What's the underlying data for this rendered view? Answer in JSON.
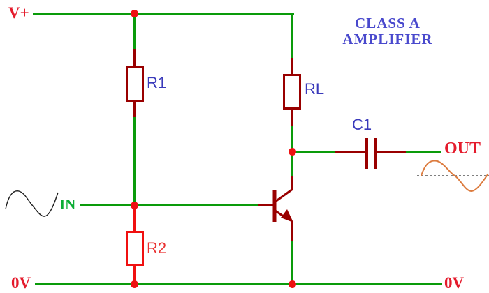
{
  "diagram": {
    "title_line1": "CLASS A",
    "title_line2": "AMPLIFIER"
  },
  "rails": {
    "v_plus_label": "V+",
    "zero_v_left_label": "0V",
    "zero_v_right_label": "0V"
  },
  "io": {
    "input_label": "IN",
    "output_label": "OUT"
  },
  "components": {
    "r1": {
      "label": "R1",
      "type": "resistor"
    },
    "r2": {
      "label": "R2",
      "type": "resistor"
    },
    "rl": {
      "label": "RL",
      "type": "resistor"
    },
    "c1": {
      "label": "C1",
      "type": "capacitor"
    },
    "q1": {
      "type": "npn-transistor"
    }
  },
  "colors": {
    "wire_green": "#0A9B0A",
    "wire_dark_red": "#990000",
    "bright_red": "#F01010",
    "junction_dot_red": "#EE1111",
    "rail_label_red": "#E41B2C",
    "input_label_green": "#0CAD35",
    "component_label_blue": "#3A3ABB",
    "r2_label_red": "#EA3333",
    "title_blue": "#4949CD",
    "output_signal_orange": "#DC7B3E",
    "input_signal_black": "#1A1A1A"
  }
}
